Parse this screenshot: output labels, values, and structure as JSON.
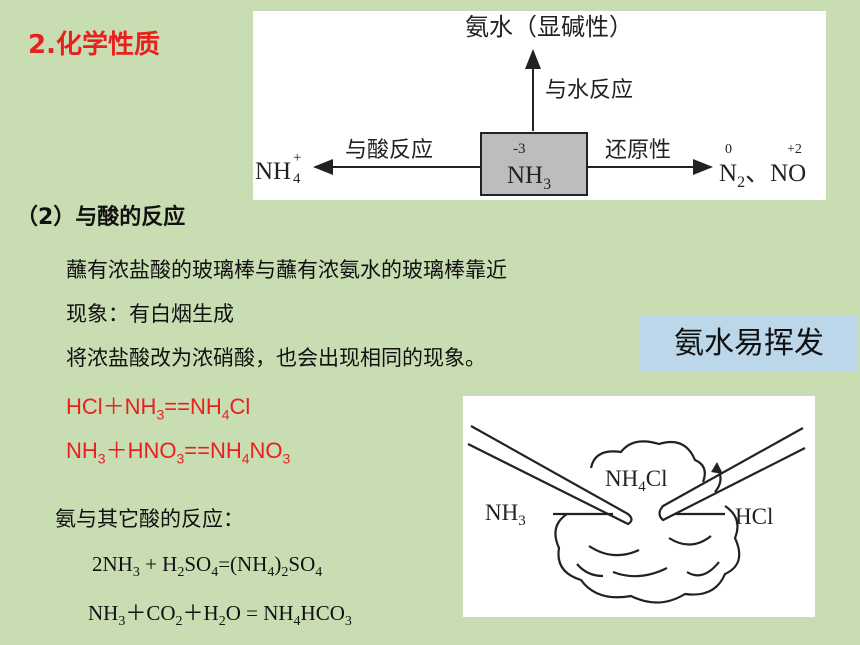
{
  "title": "2.化学性质",
  "diagram": {
    "top_label": "氨水（显碱性）",
    "up_arrow_label": "与水反应",
    "left_arrow_label": "与酸反应",
    "right_arrow_label": "还原性",
    "center_oxidation": "-3",
    "center_formula": "NH",
    "center_sub": "3",
    "left_product": "NH",
    "left_product_sub": "4",
    "left_product_sup": "+",
    "right_n_ox": "0",
    "right_no_ox": "+2",
    "right_n": "N",
    "right_n_sub": "2",
    "right_sep": "、",
    "right_no": "NO"
  },
  "subtitle": "（2）与酸的反应",
  "lines": [
    "蘸有浓盐酸的玻璃棒与蘸有浓氨水的玻璃棒靠近",
    "现象：有白烟生成",
    "将浓盐酸改为浓硝酸，也会出现相同的现象。"
  ],
  "eq1": {
    "a": "HCl＋NH",
    "a_sub": "3",
    "b": "==NH",
    "b_sub": "4",
    "c": "Cl"
  },
  "eq2": {
    "a": "NH",
    "a_sub": "3",
    "b": "＋HNO",
    "b_sub": "3",
    "c": "==NH",
    "c_sub": "4",
    "d": "NO",
    "d_sub": "3"
  },
  "tag": "氨水易挥发",
  "picture": {
    "cloud_label": "NH",
    "cloud_sub": "4",
    "cloud_tail": "Cl",
    "left_label": "NH",
    "left_sub": "3",
    "right_label": "HCl"
  },
  "other_acids_heading": "氨与其它酸的反应：",
  "eq3": {
    "a": "2NH",
    "a_sub": "3",
    "b": " + H",
    "b_sub": "2",
    "c": "SO",
    "c_sub": "4",
    "d": "=(NH",
    "d_sub": "4",
    "e": ")",
    "e_sub": "2",
    "f": "SO",
    "f_sub": "4"
  },
  "eq4": {
    "a": "NH",
    "a_sub": "3",
    "b": "＋CO",
    "b_sub": "2",
    "c": "＋H",
    "c_sub": "2",
    "d": "O = NH",
    "d_sub": "4",
    "e": "HCO",
    "e_sub": "3"
  }
}
